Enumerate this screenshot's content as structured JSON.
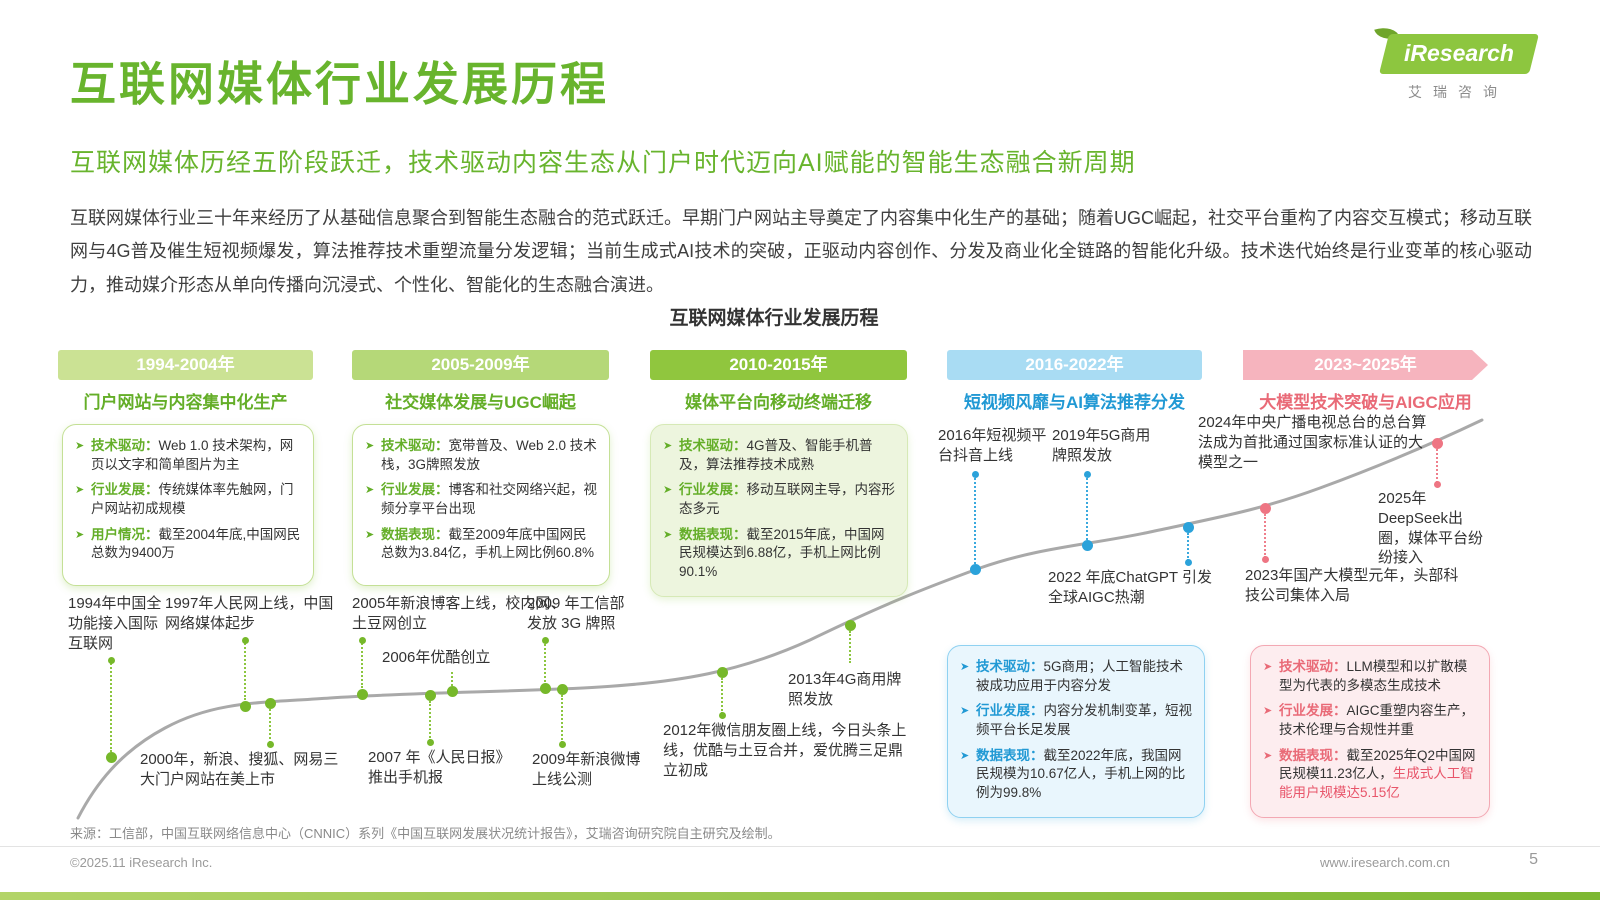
{
  "header": {
    "title": "互联网媒体行业发展历程",
    "subtitle": "互联网媒体历经五阶段跃迁，技术驱动内容生态从门户时代迈向AI赋能的智能生态融合新周期",
    "intro": "互联网媒体行业三十年来经历了从基础信息聚合到智能生态融合的范式跃迁。早期门户网站主导奠定了内容集中化生产的基础；随着UGC崛起，社交平台重构了内容交互模式；移动互联网与4G普及催生短视频爆发，算法推荐技术重塑流量分发逻辑；当前生成式AI技术的突破，正驱动内容创作、分发及商业化全链路的智能化升级。技术迭代始终是行业变革的核心驱动力，推动媒介形态从单向传播向沉浸式、个性化、智能化的生态融合演进。",
    "logo_brand": "iResearch",
    "logo_cn": "艾瑞咨询"
  },
  "chart": {
    "title": "互联网媒体行业发展历程"
  },
  "phases": [
    {
      "banner": "1994-2004年",
      "heading": "门户网站与内容集中化生产",
      "items": [
        {
          "label": "技术驱动：",
          "text": "Web 1.0 技术架构，网页以文字和简单图片为主"
        },
        {
          "label": "行业发展：",
          "text": "传统媒体率先触网，门户网站初成规模"
        },
        {
          "label": "用户情况：",
          "text": "截至2004年底,中国网民总数为9400万"
        }
      ]
    },
    {
      "banner": "2005-2009年",
      "heading": "社交媒体发展与UGC崛起",
      "items": [
        {
          "label": "技术驱动：",
          "text": "宽带普及、Web 2.0 技术栈，3G牌照发放"
        },
        {
          "label": "行业发展：",
          "text": "博客和社交网络兴起，视频分享平台出现"
        },
        {
          "label": "数据表现：",
          "text": "截至2009年底中国网民总数为3.84亿，手机上网比例60.8%"
        }
      ]
    },
    {
      "banner": "2010-2015年",
      "heading": "媒体平台向移动终端迁移",
      "items": [
        {
          "label": "技术驱动：",
          "text": "4G普及、智能手机普及，算法推荐技术成熟"
        },
        {
          "label": "行业发展：",
          "text": "移动互联网主导，内容形态多元"
        },
        {
          "label": "数据表现：",
          "text": "截至2015年底，中国网民规模达到6.88亿，手机上网比例90.1%"
        }
      ]
    },
    {
      "banner": "2016-2022年",
      "heading": "短视频风靡与AI算法推荐分发",
      "items": [
        {
          "label": "技术驱动：",
          "text": "5G商用；人工智能技术被成功应用于内容分发"
        },
        {
          "label": "行业发展：",
          "text": "内容分发机制变革，短视频平台长足发展"
        },
        {
          "label": "数据表现：",
          "text": "截至2022年底，我国网民规模为10.67亿人，手机上网的比例为99.8%"
        }
      ]
    },
    {
      "banner": "2023~2025年",
      "heading": "大模型技术突破与AIGC应用",
      "items": [
        {
          "label": "技术驱动：",
          "text": "LLM模型和以扩散模型为代表的多模态生成技术"
        },
        {
          "label": "行业发展：",
          "text": "AIGC重塑内容生产，技术伦理与合规性并重"
        },
        {
          "label": "数据表现：",
          "text": "截至2025年Q2中国网民规模11.23亿人，",
          "highlight": "生成式人工智能用户规模达5.15亿"
        }
      ]
    }
  ],
  "milestones": [
    "1994年中国全功能接入国际互联网",
    "1997年人民网上线，中国网络媒体起步",
    "2000年，新浪、搜狐、网易三大门户网站在美上市",
    "2005年新浪博客上线，校内网、土豆网创立",
    "2006年优酷创立",
    "2007 年《人民日报》推出手机报",
    "2009 年工信部发放 3G 牌照",
    "2009年新浪微博上线公测",
    "2012年微信朋友圈上线，今日头条上线，优酷与土豆合并，爱优腾三足鼎立初成",
    "2013年4G商用牌照发放",
    "2016年短视频平台抖音上线",
    "2019年5G商用牌照发放",
    "2022 年底ChatGPT 引发全球AIGC热潮",
    "2024年中央广播电视总台的总台算法成为首批通过国家标准认证的大模型之一",
    "2025年DeepSeek出圈，媒体平台纷纷接入",
    "2023年国产大模型元年，头部科技公司集体入局"
  ],
  "footer": {
    "source": "来源：工信部，中国互联网络信息中心（CNNIC）系列《中国互联网发展状况统计报告》，艾瑞咨询研究院自主研究及绘制。",
    "copyright": "©2025.11 iResearch Inc.",
    "website": "www.iresearch.com.cn",
    "page_number": "5"
  }
}
